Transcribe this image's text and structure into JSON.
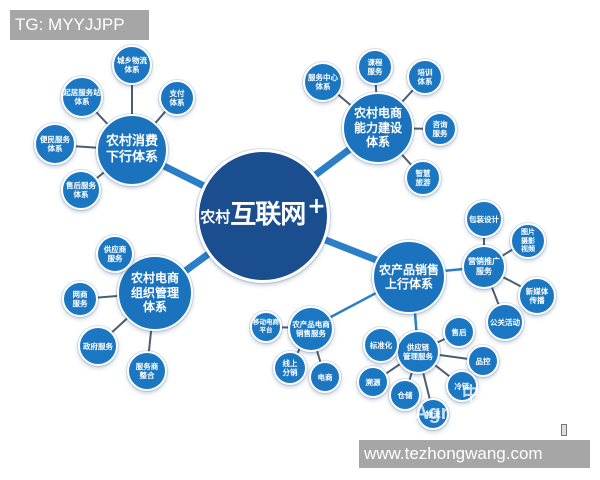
{
  "watermarks": {
    "top_left": "TG: MYYJJPP",
    "bottom_right": "www.tezhongwang.com",
    "ghost_text_1": "Agr",
    "ghost_text_2": "中"
  },
  "colors": {
    "center_fill": "#1a4e8e",
    "hub_fill": "#1e5ea6",
    "leaf_fill": "#1c77c2",
    "connector": "#2a7fc6",
    "leaf_connector": "#4b5e70",
    "watermark_bg": "#a6a6a6"
  },
  "center": {
    "prefix": "农村",
    "main": "互联网",
    "suffix": "+"
  },
  "hubs": {
    "consumption": {
      "label": "农村消费\n下行体系",
      "leaves": [
        "城乡物流\n体系",
        "起居服务站\n体系",
        "支付\n体系",
        "便民服务\n体系",
        "售后服务\n体系"
      ]
    },
    "capability": {
      "label": "农村电商\n能力建设\n体系",
      "leaves": [
        "服务中心\n体系",
        "课程\n服务",
        "培训\n体系",
        "咨询\n服务",
        "智慧\n旅游"
      ]
    },
    "organization": {
      "label": "农村电商\n组织管理\n体系",
      "leaves": [
        "供应商\n服务",
        "网商\n服务",
        "政府服务",
        "服务商\n整合"
      ]
    },
    "sales": {
      "label": "农产品销售\n上行体系"
    },
    "marketing": {
      "label": "营销推广\n服务",
      "leaves": [
        "包装设计",
        "图片\n摄影\n视频",
        "新媒体\n传播",
        "公关活动"
      ]
    },
    "ecommerce_sales": {
      "label": "农产品电商\n销售服务",
      "leaves": [
        "移动电商\n平台",
        "线上\n分销",
        "电商"
      ]
    },
    "supply_chain": {
      "label": "供应链\n管理服务",
      "leaves": [
        "标准化",
        "售后",
        "品控",
        "溯源",
        "仓储",
        "物流",
        "冷链"
      ]
    }
  }
}
